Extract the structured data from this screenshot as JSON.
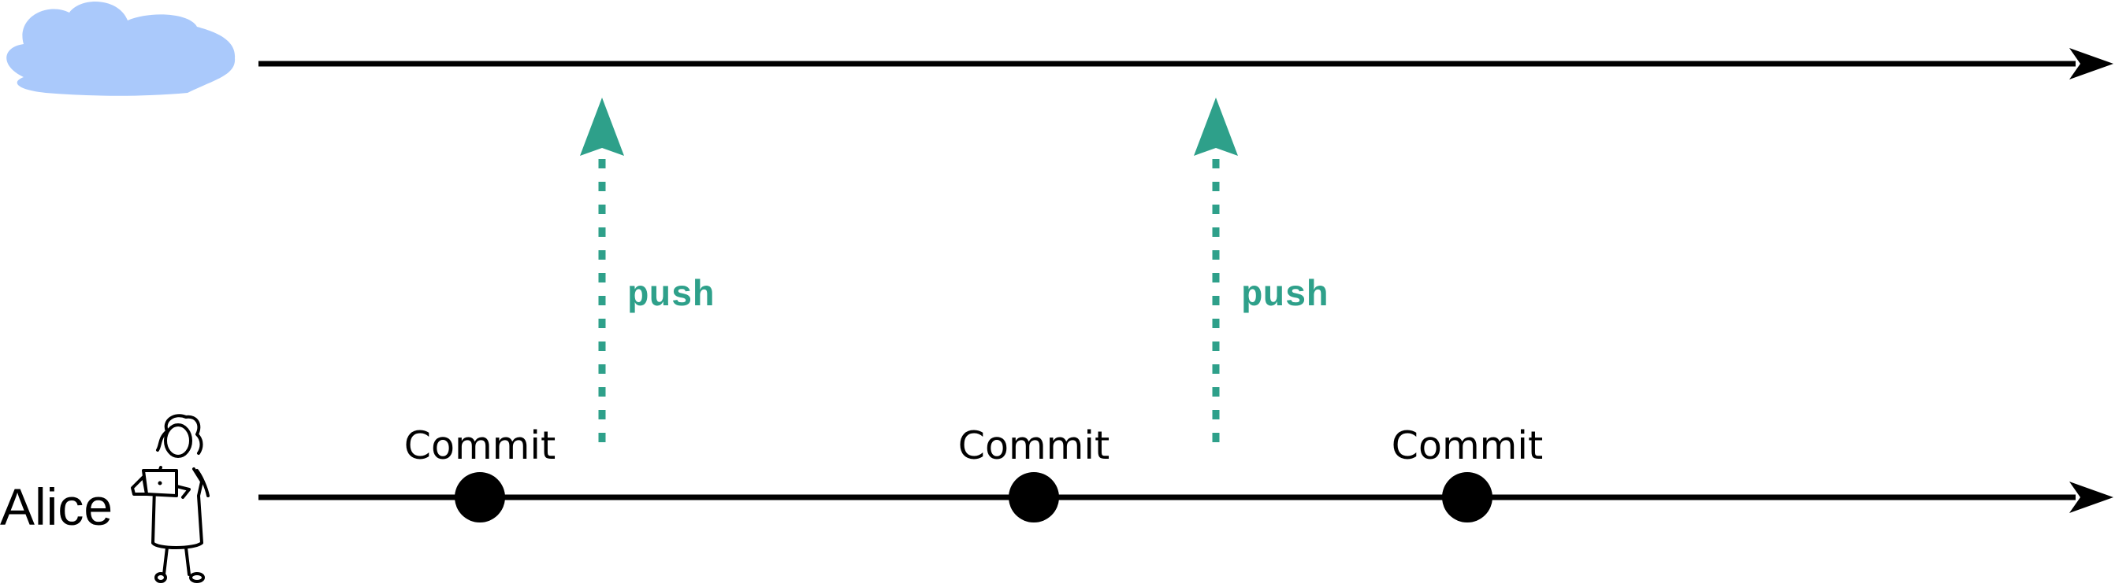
{
  "person": {
    "name": "Alice"
  },
  "commits": [
    {
      "label": "Commit"
    },
    {
      "label": "Commit"
    },
    {
      "label": "Commit"
    }
  ],
  "pushes": [
    {
      "label": "push"
    },
    {
      "label": "push"
    }
  ],
  "colors": {
    "timeline": "#000000",
    "push": "#2ea08a",
    "cloud": "#aac9fb"
  },
  "icons": {
    "remote": "cloud-icon",
    "person": "person-with-laptop-icon"
  }
}
